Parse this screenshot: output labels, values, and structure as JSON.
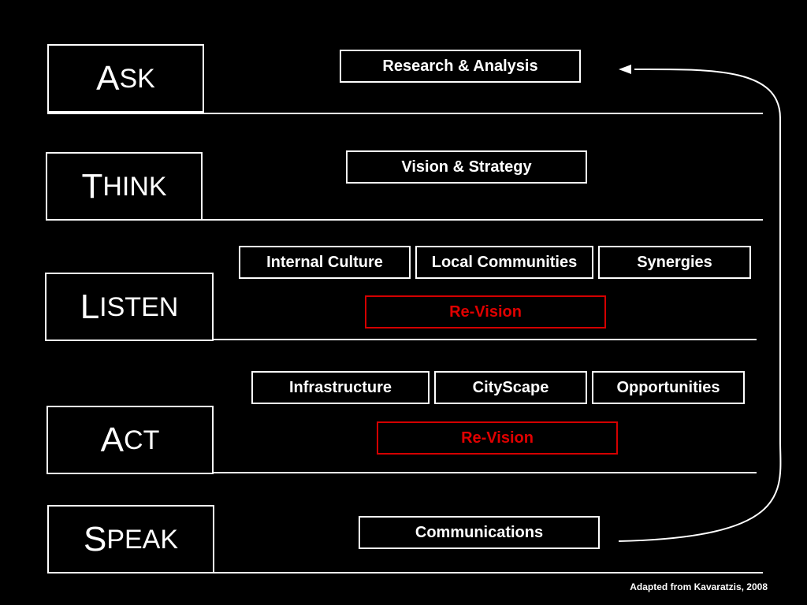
{
  "stages": [
    {
      "cap": "A",
      "rest": "SK"
    },
    {
      "cap": "T",
      "rest": "HINK"
    },
    {
      "cap": "L",
      "rest": "ISTEN"
    },
    {
      "cap": "A",
      "rest": "CT"
    },
    {
      "cap": "S",
      "rest": "PEAK"
    }
  ],
  "ask": {
    "research": "Research & Analysis"
  },
  "think": {
    "vision": "Vision & Strategy"
  },
  "listen": {
    "internal_culture": "Internal Culture",
    "local_communities": "Local Communities",
    "synergies": "Synergies",
    "revision": "Re-Vision"
  },
  "act": {
    "infrastructure": "Infrastructure",
    "cityscape": "CityScape",
    "opportunities": "Opportunities",
    "revision": "Re-Vision"
  },
  "speak": {
    "communications": "Communications"
  },
  "credit": "Adapted from Kavaratzis, 2008",
  "colors": {
    "background": "#000000",
    "foreground": "#ffffff",
    "accent": "#e00000"
  }
}
